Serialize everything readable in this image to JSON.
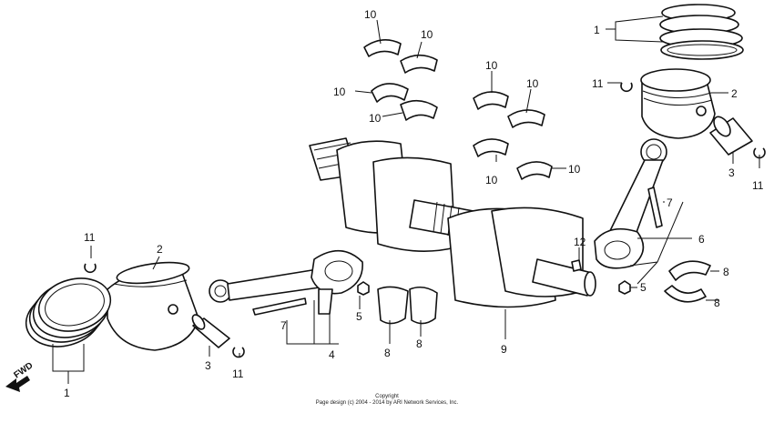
{
  "callouts": {
    "c1_tr": "1",
    "c2_tr": "2",
    "c11_tr": "11",
    "c3_r": "3",
    "c11_r": "11",
    "c6": "6",
    "c7_r": "7",
    "c5_r": "5",
    "c8_r1": "8",
    "c8_r2": "8",
    "c12": "12",
    "c9": "9",
    "c10_a": "10",
    "c10_b": "10",
    "c10_c": "10",
    "c10_d": "10",
    "c10_e": "10",
    "c10_f": "10",
    "c10_g": "10",
    "c10_h": "10",
    "c8_m1": "8",
    "c8_m2": "8",
    "c4": "4",
    "c7_l": "7",
    "c5_l": "5",
    "c11_l": "11",
    "c2_l": "2",
    "c3_l": "3",
    "c11_bl": "11",
    "c1_l": "1"
  },
  "fwd_label": "FWD",
  "copyright": {
    "line1": "Copyright",
    "line2": "Page design (c) 2004 - 2014 by ARI Network Services, Inc."
  }
}
